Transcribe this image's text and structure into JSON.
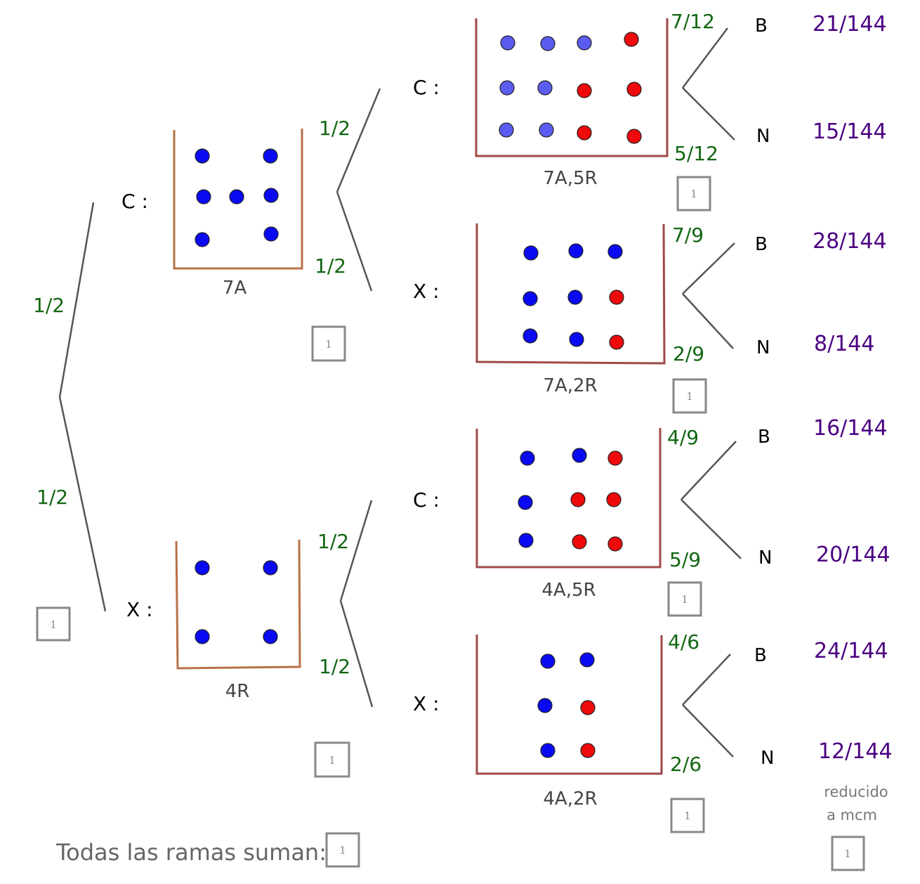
{
  "level1": {
    "branch_top_prob": "1/2",
    "branch_bottom_prob": "1/2",
    "checkbox": "1"
  },
  "urns": [
    {
      "id": "C",
      "node_label": "C :",
      "caption": "7A",
      "balls": [
        "blue",
        "blue",
        "blue",
        "blue",
        "blue",
        "blue",
        "blue"
      ],
      "checkbox": "1",
      "branches": [
        {
          "prob": "1/2",
          "color": "#4444cc"
        },
        {
          "prob": "1/2",
          "color": "#4444cc"
        }
      ]
    },
    {
      "id": "X",
      "node_label": "X :",
      "caption": "4R",
      "balls": [
        "blue",
        "blue",
        "blue",
        "blue"
      ],
      "checkbox": "1",
      "branches": [
        {
          "prob": "1/2"
        },
        {
          "prob": "1/2"
        }
      ]
    }
  ],
  "second_urns": [
    {
      "node_label": "C :",
      "caption": "7A,5R",
      "checkbox": "1",
      "prob_top": "7/12",
      "prob_bottom": "5/12",
      "outcome_top": "B",
      "outcome_bottom": "N",
      "final_top": "21/144",
      "final_bottom": "15/144",
      "balls": [
        "lightblue",
        "lightblue",
        "lightblue",
        "red",
        "lightblue",
        "lightblue",
        "red",
        "red",
        "lightblue",
        "lightblue",
        "red",
        "red"
      ]
    },
    {
      "node_label": "X :",
      "caption": "7A,2R",
      "checkbox": "1",
      "prob_top": "7/9",
      "prob_bottom": "2/9",
      "outcome_top": "B",
      "outcome_bottom": "N",
      "final_top": "28/144",
      "final_bottom": "8/144",
      "balls": [
        "blue",
        "blue",
        "blue",
        "blue",
        "blue",
        "red",
        "blue",
        "blue",
        "red"
      ]
    },
    {
      "node_label": "C :",
      "caption": "4A,5R",
      "checkbox": "1",
      "prob_top": "4/9",
      "prob_bottom": "5/9",
      "outcome_top": "B",
      "outcome_bottom": "N",
      "final_top": "16/144",
      "final_bottom": "20/144",
      "balls": [
        "blue",
        "blue",
        "red",
        "blue",
        "red",
        "red",
        "blue",
        "red",
        "red"
      ]
    },
    {
      "node_label": "X :",
      "caption": "4A,2R",
      "checkbox": "1",
      "prob_top": "4/6",
      "prob_bottom": "2/6",
      "outcome_top": "B",
      "outcome_bottom": "N",
      "final_top": "24/144",
      "final_bottom": "12/144",
      "balls": [
        "blue",
        "blue",
        "blue",
        "red",
        "blue",
        "red"
      ]
    }
  ],
  "note": {
    "line1": "reducido",
    "line2": "a mcm",
    "checkbox": "1"
  },
  "footer": {
    "label": "Todas las ramas suman:",
    "checkbox": "1"
  },
  "colors": {
    "blue": "#0a0af2",
    "lightblue": "#5a5cf0",
    "red": "#ee0a0a",
    "urn_brown": "#b87048",
    "urn_maroon": "#a04848",
    "branch_line": "#555555",
    "prob_green": "#116611",
    "final_purple": "#4b0082"
  }
}
